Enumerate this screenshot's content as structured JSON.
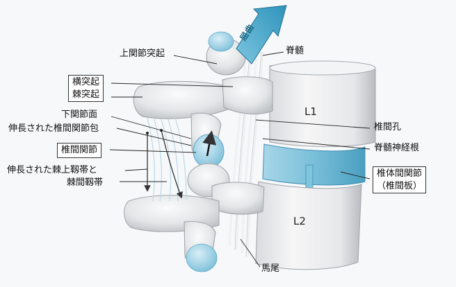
{
  "labels": {
    "flexion": "屈曲",
    "superior_articular_process": "上関節突起",
    "spinal_cord": "脊髄",
    "transverse_spinous_process": [
      "横突起",
      "棘突起"
    ],
    "inferior_articular_surface": "下関節面",
    "stretched_joint_capsule": "伸長された椎間関節包",
    "intervertebral_joint": "椎間関節",
    "stretched_ligaments_line1": "伸長された棘上靱帯と",
    "stretched_ligaments_line2": "棘間靱帯",
    "intervertebral_foramen": "椎間孔",
    "spinal_nerve_root": "脊髄神経根",
    "vertebral_body_joint": [
      "椎体間関節",
      "（椎間板）"
    ],
    "cauda_equina": "馬尾",
    "vertebra_upper": "L1",
    "vertebra_lower": "L2"
  },
  "colors": {
    "bone": "#e9eaec",
    "bone_shadow": "#c8cbcf",
    "cartilage": "#9fd1e6",
    "disc": "#6fb8d4",
    "arrow": "#4aa8c9",
    "background": "#ffffff"
  }
}
